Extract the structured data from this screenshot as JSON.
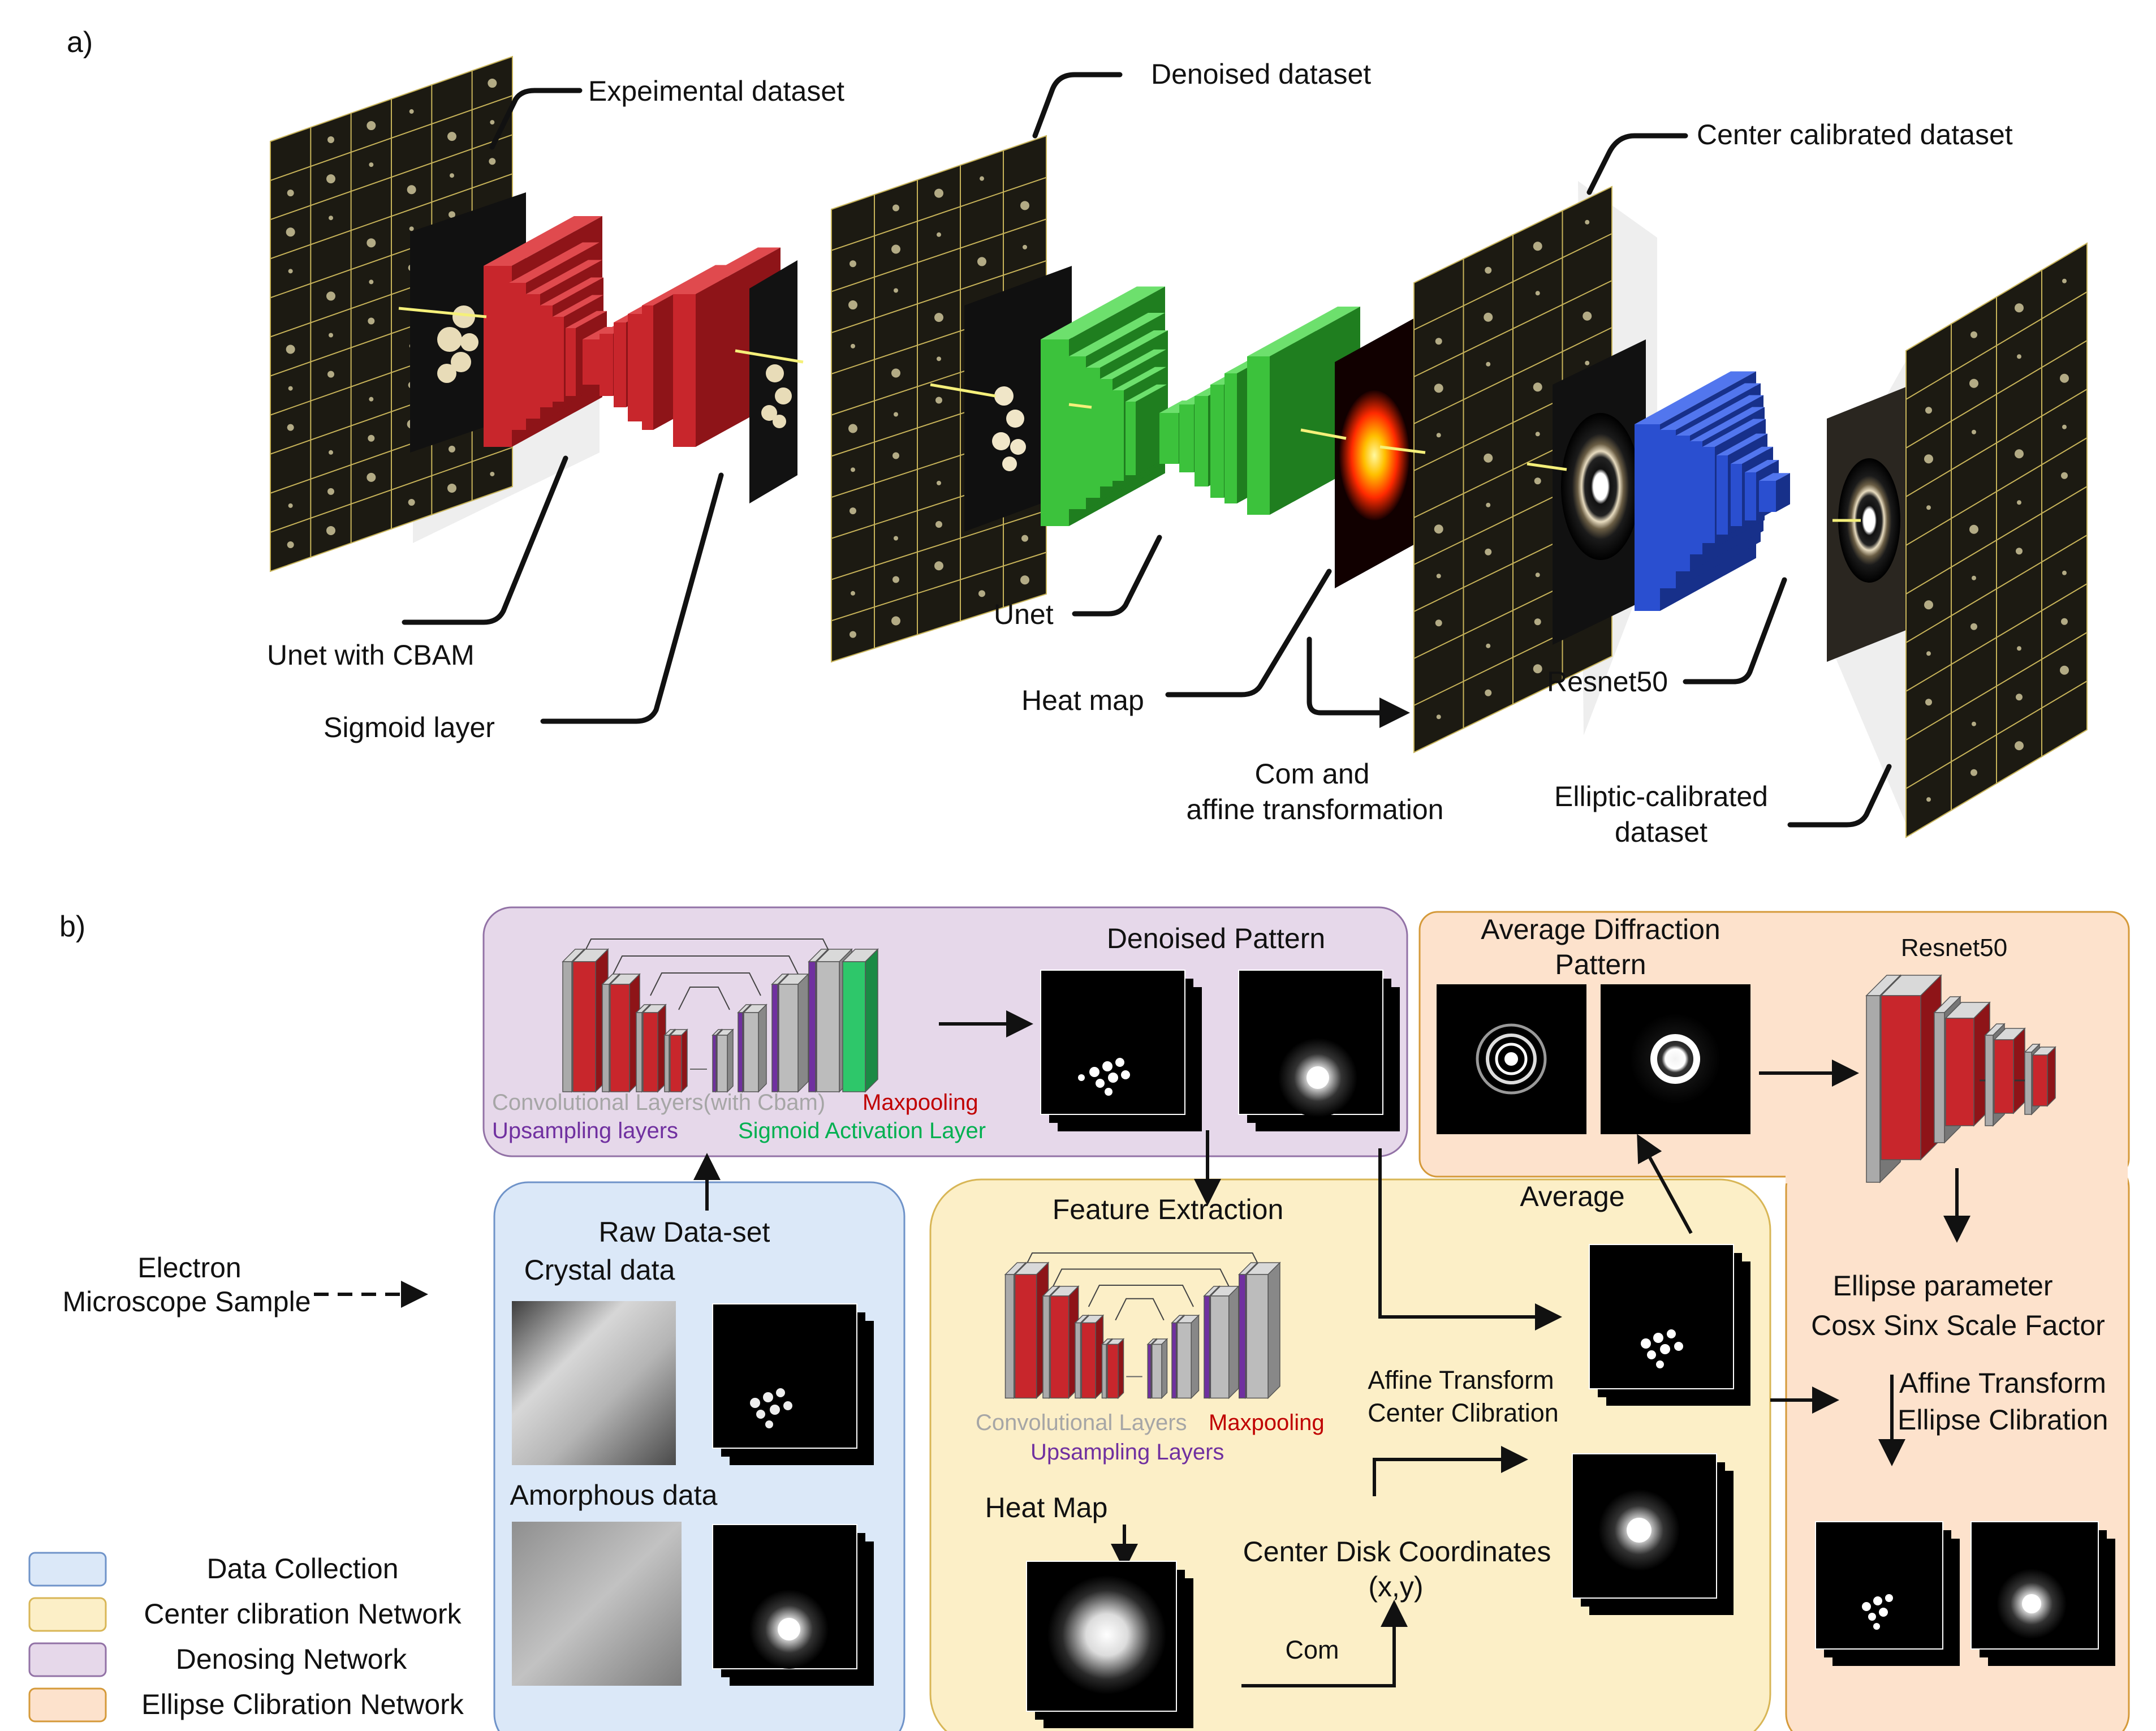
{
  "panel_a": {
    "letter": "a)",
    "labels": {
      "experimental": "Expeimental dataset",
      "denoised": "Denoised dataset",
      "center_calibrated": "Center calibrated dataset",
      "unet_cbam": "Unet with CBAM",
      "sigmoid": "Sigmoid layer",
      "unet": "Unet",
      "heatmap": "Heat map",
      "com_line1": "Com and",
      "com_line2": "affine transformation",
      "resnet": "Resnet50",
      "elliptic_line1": "Elliptic-calibrated",
      "elliptic_line2": "dataset"
    },
    "colors": {
      "unet_cbam": "#c8262c",
      "unet": "#3cc23c",
      "resnet": "#2a4fd0",
      "heat": "#ff3000"
    }
  },
  "panel_b": {
    "letter": "b)",
    "denoising": {
      "title": "Denoised Pattern",
      "legend_conv": "Convolutional Layers(with Cbam)",
      "legend_maxpool": "Maxpooling",
      "legend_upsampling": "Upsampling layers",
      "legend_sigmoid": "Sigmoid Activation Layer"
    },
    "ellipse": {
      "avg_line1": "Average Diffraction",
      "avg_line2": "Pattern",
      "resnet": "Resnet50",
      "param_line1": "Ellipse parameter",
      "param_line2": "Cosx Sinx Scale Factor",
      "affine_line1": "Affine Transform",
      "affine_line2": "Ellipse  Clibration"
    },
    "collection": {
      "title": "Raw Data-set",
      "crystal": "Crystal data",
      "amorphous": "Amorphous data"
    },
    "source_line1": "Electron",
    "source_line2": "Microscope Sample",
    "center": {
      "feature": "Feature Extraction",
      "average": "Average",
      "legend_conv": "Convolutional Layers",
      "legend_maxpool": "Maxpooling",
      "legend_upsampling": "Upsampling Layers",
      "heatmap": "Heat Map",
      "affine_line1": "Affine Transform",
      "affine_line2": "Center Clibration",
      "disk_line1": "Center Disk Coordinates",
      "disk_line2": "(x,y)",
      "com": "Com"
    },
    "legend": [
      {
        "label": "Data Collection",
        "color": "#dbe8f8",
        "border": "#6f93c9"
      },
      {
        "label": "Center clibration Network",
        "color": "#fcefc7",
        "border": "#d8b656"
      },
      {
        "label": "Denosing Network",
        "color": "#e6d8ea",
        "border": "#9272a6"
      },
      {
        "label": "Ellipse Clibration Network",
        "color": "#fde2cc",
        "border": "#d59a3a"
      }
    ]
  }
}
